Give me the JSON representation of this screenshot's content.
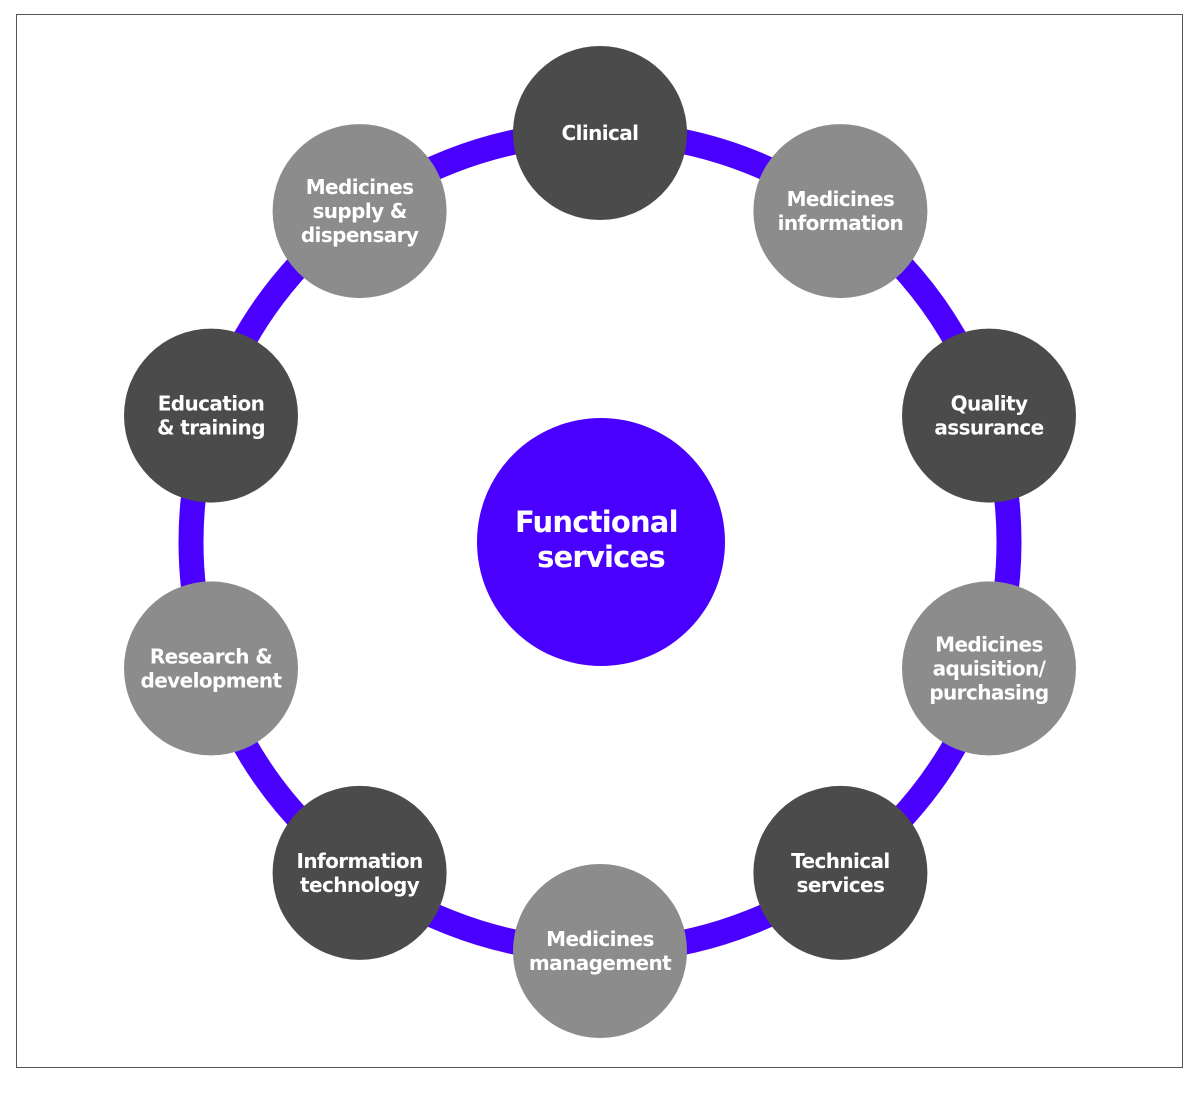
{
  "colors": {
    "ring": "#4a00ff",
    "center": "#4a00ff",
    "dark_node": "#4b4b4b",
    "light_node": "#8c8c8c",
    "text": "#ffffff",
    "frame_border": "#555555"
  },
  "center": {
    "lines": [
      "Functional",
      "services"
    ]
  },
  "nodes": [
    {
      "id": "clinical",
      "tone": "dark",
      "lines": [
        "Clinical"
      ]
    },
    {
      "id": "medicines-information",
      "tone": "light",
      "lines": [
        "Medicines",
        "information"
      ]
    },
    {
      "id": "quality-assurance",
      "tone": "dark",
      "lines": [
        "Quality",
        "assurance"
      ]
    },
    {
      "id": "medicines-aquisition-purchasing",
      "tone": "light",
      "lines": [
        "Medicines",
        "aquisition/",
        "purchasing"
      ]
    },
    {
      "id": "technical-services",
      "tone": "dark",
      "lines": [
        "Technical",
        "services"
      ]
    },
    {
      "id": "medicines-management",
      "tone": "light",
      "lines": [
        "Medicines",
        "management"
      ]
    },
    {
      "id": "information-technology",
      "tone": "dark",
      "lines": [
        "Information",
        "technology"
      ]
    },
    {
      "id": "research-development",
      "tone": "light",
      "lines": [
        "Research &",
        "development"
      ]
    },
    {
      "id": "education-training",
      "tone": "dark",
      "lines": [
        "Education",
        "& training"
      ]
    },
    {
      "id": "medicines-supply-dispensary",
      "tone": "light",
      "lines": [
        "Medicines",
        "supply &",
        "dispensary"
      ]
    }
  ]
}
